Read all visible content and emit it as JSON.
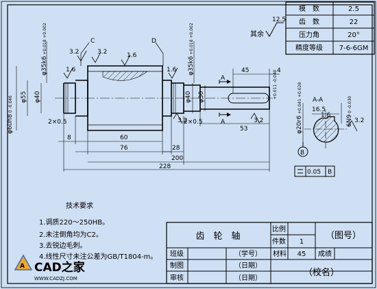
{
  "gear_params": {
    "rows": [
      {
        "label": "模　数",
        "value": "2.5"
      },
      {
        "label": "齿　数",
        "value": "22"
      },
      {
        "label": "压力角",
        "value": "20°"
      },
      {
        "label": "精度等级",
        "value": "7-6-6GM"
      }
    ]
  },
  "roughness_other": {
    "label": "其余",
    "value": "12.5"
  },
  "dimensions": {
    "d_left_bearing": "φ35k6",
    "d_left_bearing_tol": "+0.018 +0.002",
    "d_right_bearing": "φ35k6",
    "d_right_bearing_tol": "+0.018 +0.002",
    "d_gear_tip": "φ60h8",
    "d_gear_tip_tol": "0 -0.046",
    "d_55": "φ55",
    "d_40_left": "φ40",
    "d_40_right": "φ40",
    "d_30": "φ30",
    "d_20": "φ20r6",
    "d_20_tol": "+0.041 +0.028",
    "chamfer_left": "2×0.5",
    "chamfer_right": "2×0.5",
    "len_8": "8",
    "len_60": "60",
    "len_76": "76",
    "len_28": "28",
    "len_200": "200",
    "len_228": "228",
    "len_45": "45",
    "len_4": "4",
    "len_53": "53",
    "keyway_depth": "16.5",
    "keyway_width": "6N9",
    "keyway_width_tol": "0 -0.030",
    "key_tol": "+0.011 -0.040",
    "rough_32_a": "3.2",
    "rough_32_b": "3.2",
    "rough_32_c": "3.2",
    "rough_32_d": "3.2",
    "rough_32_e": "3.2",
    "rough_16_a": "1.6",
    "rough_16_b": "1.6",
    "rough_16_c": "1.6",
    "rough_16_d": "1.6",
    "section_label": "A-A",
    "arrow_a_top": "A",
    "arrow_a_bottom": "A",
    "ref_c": "C",
    "ref_d": "D",
    "datum_b": "B",
    "runout_tol": "0.05",
    "runout_datum": "B"
  },
  "technical_requirements": {
    "title": "技术要求",
    "items": [
      "1.调质220～250HB。",
      "2.未注倒角均为C2。",
      "3.去锐边毛刺。",
      "4.线性尺寸未注公差为GB/T1804-m。"
    ]
  },
  "title_block": {
    "part_name": "齿　轮　轴",
    "scale_label": "比例",
    "qty_label": "件数",
    "qty_value": "1",
    "drawing_no": "（图号）",
    "class_label": "班级",
    "student_no": "（学号）",
    "material_label": "材料",
    "material_value": "45",
    "grade_label": "成绩",
    "drawn_label": "制图",
    "date1": "（日期）",
    "checked_label": "审核",
    "date2": "（日期）",
    "school": "（校名）"
  },
  "watermark": {
    "brand": "CAD之家",
    "url": "WWW.CADZJ.COM"
  }
}
